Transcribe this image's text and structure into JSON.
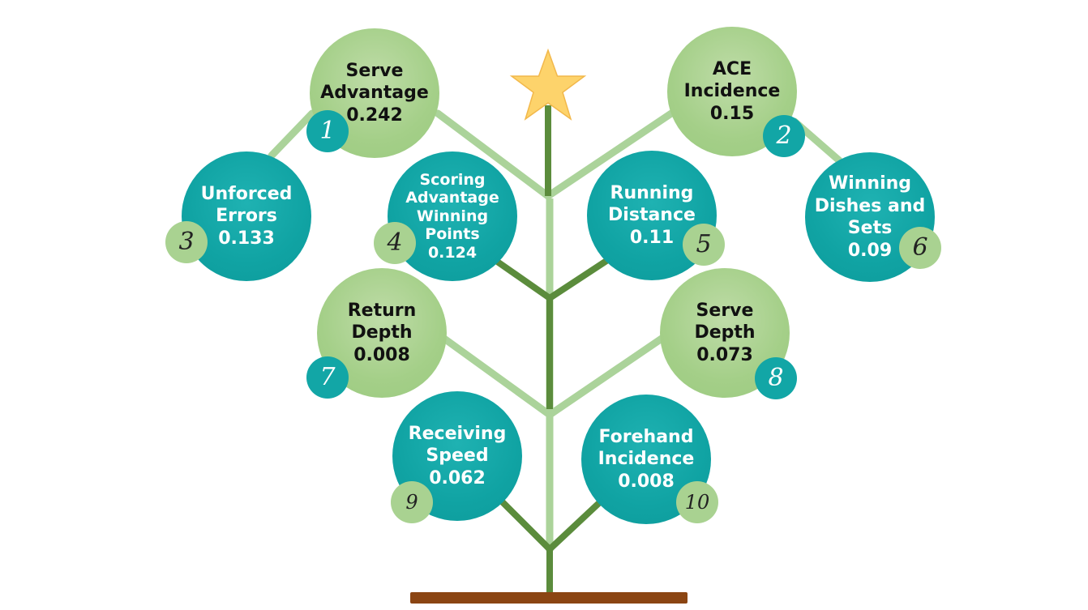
{
  "nodes": [
    {
      "rank": "1",
      "label": "Serve\nAdvantage",
      "value": "0.242"
    },
    {
      "rank": "2",
      "label": "ACE\nIncidence",
      "value": "0.15"
    },
    {
      "rank": "3",
      "label": "Unforced\nErrors",
      "value": "0.133"
    },
    {
      "rank": "4",
      "label": "Scoring\nAdvantage\nWinning\nPoints",
      "value": "0.124"
    },
    {
      "rank": "5",
      "label": "Running\nDistance",
      "value": "0.11"
    },
    {
      "rank": "6",
      "label": "Winning\nDishes and\nSets",
      "value": "0.09"
    },
    {
      "rank": "7",
      "label": "Return\nDepth",
      "value": "0.008"
    },
    {
      "rank": "8",
      "label": "Serve\nDepth",
      "value": "0.073"
    },
    {
      "rank": "9",
      "label": "Receiving\nSpeed",
      "value": "0.062"
    },
    {
      "rank": "10",
      "label": "Forehand\nIncidence",
      "value": "0.008"
    }
  ],
  "colors": {
    "light_green": "#a4cf88",
    "teal": "#10a3a3",
    "trunk_dark": "#5b8c3c",
    "branch_light": "#abd39a",
    "ground": "#8b4513",
    "star": "#fdd36b"
  }
}
